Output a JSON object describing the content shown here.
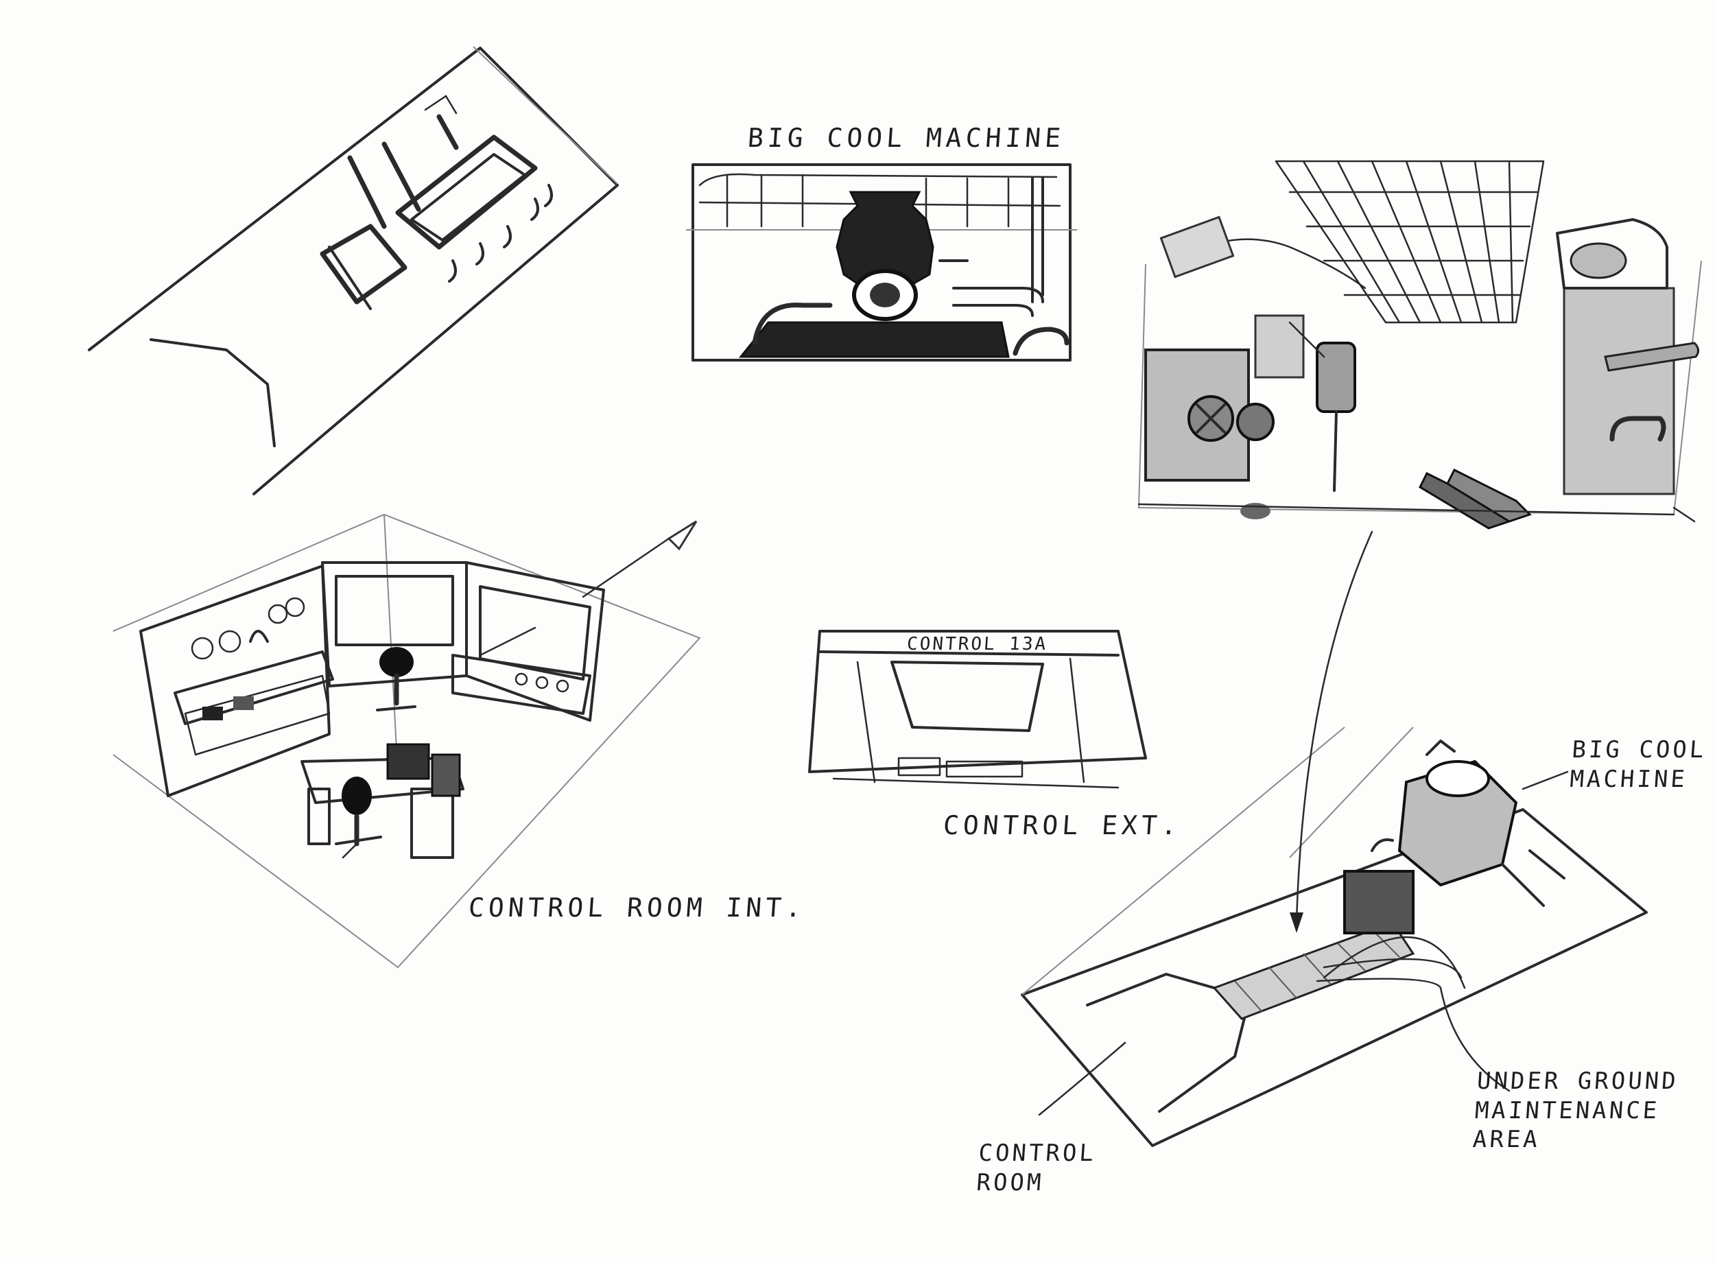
{
  "labels": {
    "big_cool_machine_title": "BIG COOL MACHINE",
    "control_room_int": "CONTROL ROOM INT.",
    "control_ext": "CONTROL EXT.",
    "control_sign": "CONTROL 13A",
    "big_cool_machine_callout": "BIG COOL\nMACHINE",
    "underground_area": "UNDER GROUND\nMAINTENANCE\nAREA",
    "control_room": "CONTROL\nROOM"
  }
}
